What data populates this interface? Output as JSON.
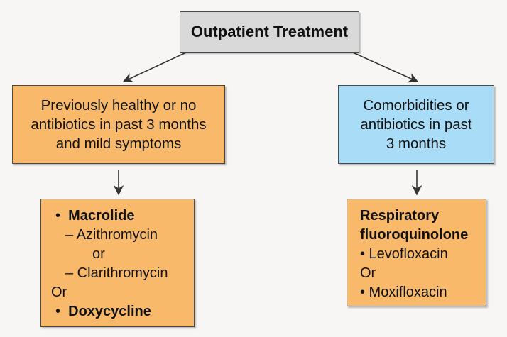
{
  "top": {
    "title": "Outpatient Treatment"
  },
  "left": {
    "condition": "Previously healthy or no\nantibiotics in past 3 months\nand mild symptoms",
    "treatment": {
      "item1_bullet": "•",
      "item1": "Macrolide",
      "sub1": "– Azithromycin",
      "sub_or": "or",
      "sub2": "– Clarithromycin",
      "or": "Or",
      "item2_bullet": "•",
      "item2": "Doxycycline"
    }
  },
  "right": {
    "condition": "Comorbidities or\nantibiotics in past\n3 months",
    "treatment": {
      "heading_line1": "Respiratory",
      "heading_line2": "fluoroquinolone",
      "item1": "• Levofloxacin",
      "or": "Or",
      "item2": "• Moxifloxacin"
    }
  },
  "colors": {
    "top_box": "#d9d9d9",
    "orange_box": "#f9b96b",
    "blue_box": "#a9dcf6"
  }
}
